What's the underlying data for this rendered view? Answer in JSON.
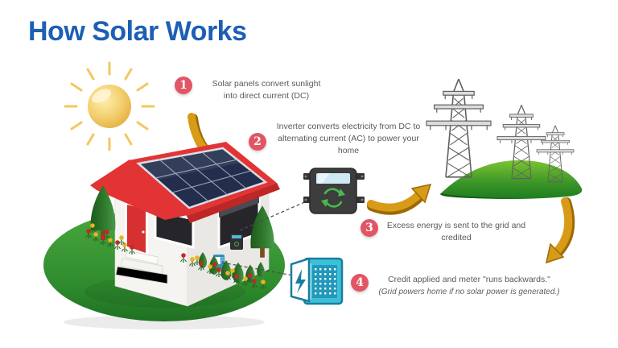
{
  "title": "How Solar Works",
  "steps": [
    {
      "number": "1",
      "lines": [
        "Solar panels convert sunlight",
        "into direct current (DC)"
      ]
    },
    {
      "number": "2",
      "lines": [
        "Inverter converts electricity from DC to",
        "alternating current (AC) to power your",
        "home"
      ]
    },
    {
      "number": "3",
      "lines": [
        "Excess energy is sent to the grid and",
        "credited"
      ]
    },
    {
      "number": "4",
      "lines": [
        "Credit applied and meter \"runs backwards.\""
      ],
      "subtext": "(Grid powers home if no solar power is generated.)"
    }
  ],
  "colors": {
    "title_blue": "#1d5fb4",
    "step_text_gray": "#58595b",
    "badge_coral": "#e25565",
    "arrow_orange": "#d89b17",
    "arrow_orange_dark": "#9c6a05",
    "roof_red": "#e23434",
    "solar_panel_navy": "#222e4c",
    "grass_green": "#3f9e38",
    "hill_green_light": "#7cc433",
    "hill_green_dark": "#1e7d20",
    "inverter_gray": "#3d3d3d",
    "inverter_icon_green": "#49b84e",
    "meter_teal": "#35b9d6",
    "sun_gold": "#eec158",
    "tower_gray": "#606060"
  },
  "icons": {
    "sun": "sun-icon",
    "house": "solar-house-icon",
    "inverter": "inverter-icon",
    "meter": "electric-meter-icon",
    "towers": "transmission-towers-icon",
    "arrow": "curved-arrow-icon"
  }
}
